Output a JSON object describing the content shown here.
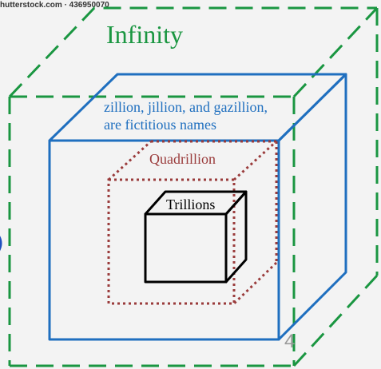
{
  "watermark": "hutterstock.com · 436950070",
  "labels": {
    "infinity": "Infinity",
    "note_line1": "zillion, jillion, and gazillion,",
    "note_line2": "are fictitious names",
    "quadrillion": "Quadrillion",
    "trillions": "Trillions",
    "page_number": "4"
  },
  "colors": {
    "infinity_cube": "#1a9641",
    "named_cube": "#1f6fbf",
    "quadrillion_cube": "#9a3b3b",
    "trillions_cube": "#000000"
  }
}
